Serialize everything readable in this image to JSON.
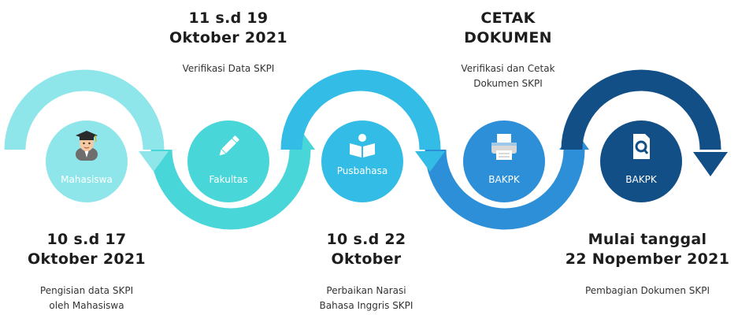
{
  "colors": {
    "stage1": "#8ee6ea",
    "stage2": "#49d6d8",
    "stage3": "#33bde6",
    "stage4": "#2c8fd8",
    "stage5": "#124f87"
  },
  "stages": [
    {
      "node_label": "Mahasiswa",
      "icon": "graduate-avatar-icon",
      "heading": [
        "10 s.d 17",
        "Oktober 2021"
      ],
      "desc": [
        "Pengisian data SKPI",
        "oleh Mahasiswa"
      ]
    },
    {
      "node_label": "Fakultas",
      "icon": "pencil-icon",
      "heading": [
        "11 s.d 19",
        "Oktober 2021"
      ],
      "desc": [
        "Verifikasi Data SKPI"
      ]
    },
    {
      "node_label": "Pusbahasa",
      "icon": "book-reader-icon",
      "heading": [
        "10 s.d 22",
        "Oktober"
      ],
      "desc": [
        "Perbaikan Narasi",
        "Bahasa Inggris SKPI"
      ]
    },
    {
      "node_label": "BAKPK",
      "icon": "printer-icon",
      "heading": [
        "CETAK",
        "DOKUMEN"
      ],
      "desc": [
        "Verifikasi  dan Cetak",
        "Dokumen SKPI"
      ]
    },
    {
      "node_label": "BAKPK",
      "icon": "document-search-icon",
      "heading": [
        "Mulai tanggal",
        "22 Nopember 2021"
      ],
      "desc": [
        "Pembagian Dokumen SKPI"
      ]
    }
  ]
}
